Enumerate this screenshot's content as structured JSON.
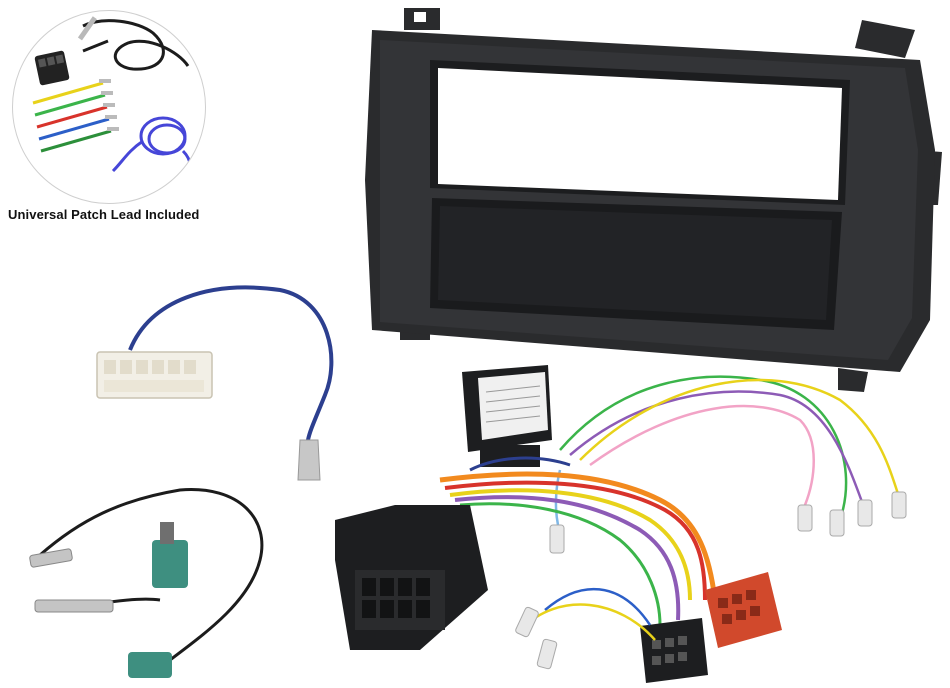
{
  "caption": {
    "text": "Universal Patch Lead Included"
  },
  "colors": {
    "fascia": "#2a2b2d",
    "wire_blue": "#2c3f8f",
    "wire_yellow": "#e8d21a",
    "wire_green": "#3bb44a",
    "wire_red": "#d8332b",
    "wire_orange": "#f28a1e",
    "wire_purple": "#8d5bb6",
    "connector_red": "#d1492c",
    "fakra_green": "#3e8f80"
  },
  "items": [
    {
      "name": "universal-patch-lead"
    },
    {
      "name": "single-din-fascia-with-pocket"
    },
    {
      "name": "power-antenna-adaptor-lead"
    },
    {
      "name": "steering-wheel-control-interface"
    },
    {
      "name": "iso-wiring-harness"
    },
    {
      "name": "fakra-aerial-adaptor"
    }
  ]
}
